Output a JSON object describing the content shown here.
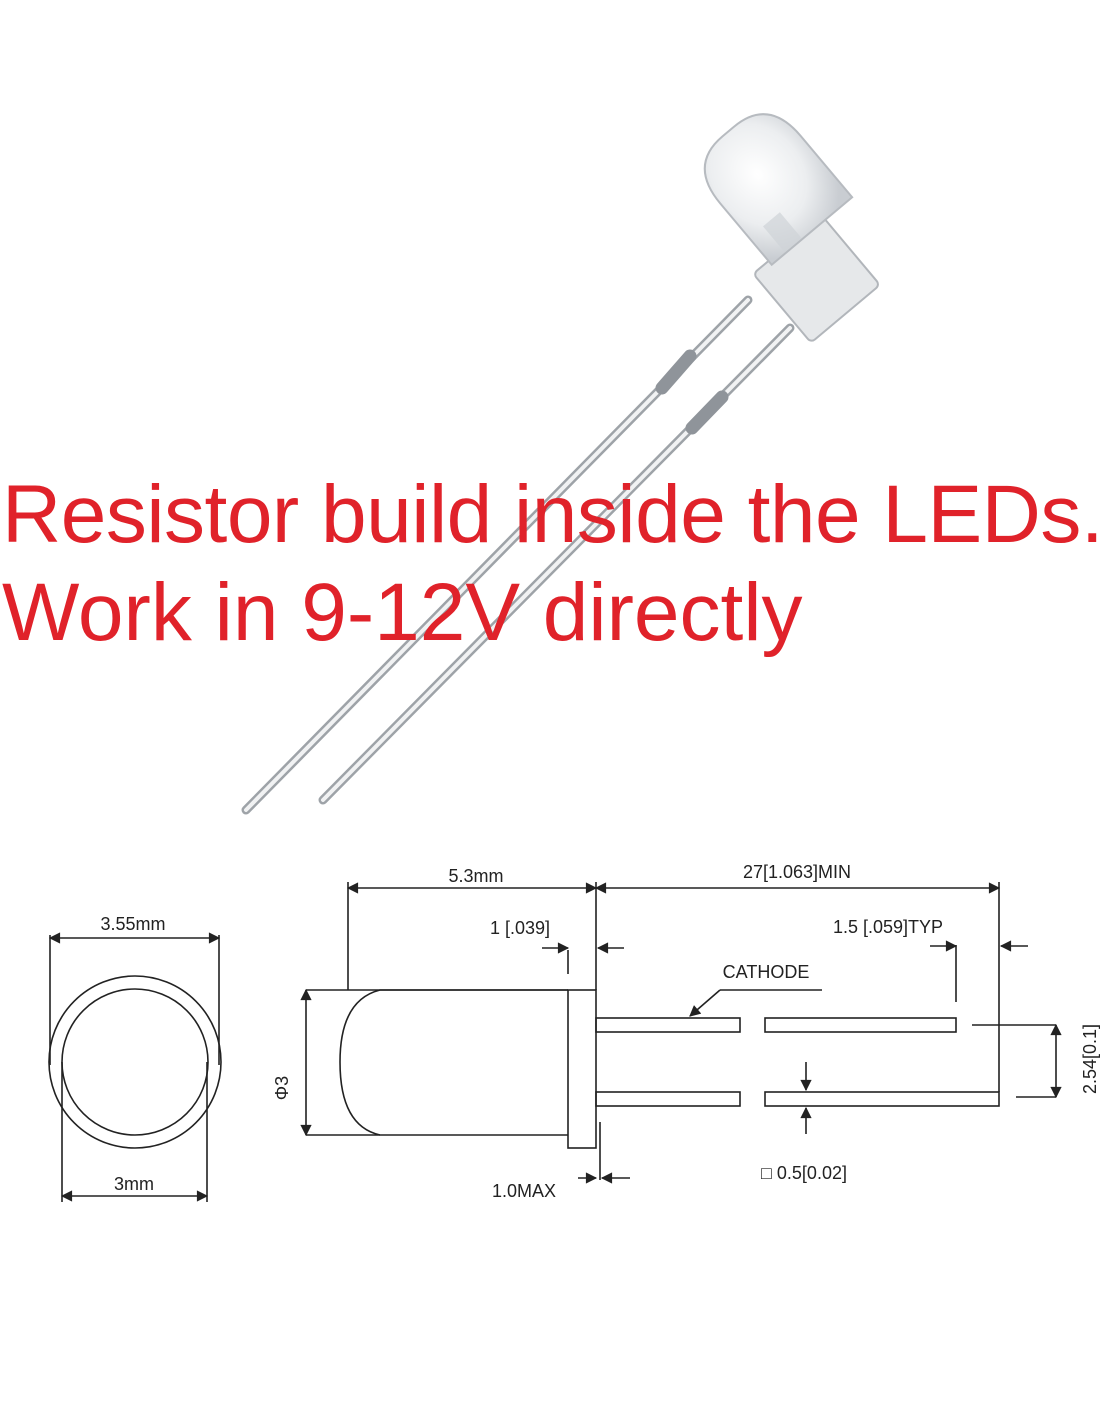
{
  "headline": {
    "line1": "Resistor build inside the LEDs.",
    "line2": "Work in 9-12V directly",
    "color": "#e0222a"
  },
  "drawing": {
    "front_view": {
      "outer_width": "3.55mm",
      "inner_width": "3mm"
    },
    "side_view": {
      "lens_length": "5.3mm",
      "lead_length": "27[1.063]MIN",
      "flange": "1 [.039]",
      "lead_offset": "1.5 [.059]TYP",
      "cathode": "CATHODE",
      "diameter": "Φ3",
      "pitch": "2.54[0.1]",
      "flange_max": "1.0MAX",
      "lead_size": "□ 0.5[0.02]"
    },
    "line_color": "#222222"
  }
}
